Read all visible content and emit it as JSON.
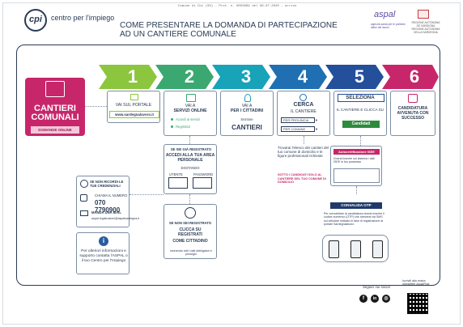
{
  "protocol": "Comune di Cbi (SS) - Prot. n. 0003089 del 08-07-2020 - arrivo",
  "brand": {
    "logo": "cpi",
    "name": "centro per l'impiego"
  },
  "title_line1": "COME PRESENTARE LA DOMANDA DI PARTECIPAZIONE",
  "title_line2": "AD UN CANTIERE COMUNALE",
  "aspal": {
    "logo": "aspal",
    "sub": "agenzia sarda per le politiche attive del lavoro"
  },
  "region": {
    "text": "REGIONE AUTÒNOMA DE SARDIGNA REGIONE AUTONOMA DELLA SARDEGNA"
  },
  "main": {
    "title": "CANTIERI COMUNALI",
    "tag": "DOMANDE ONLINE"
  },
  "steps": [
    "1",
    "2",
    "3",
    "4",
    "5",
    "6"
  ],
  "colors": [
    "#8cc63f",
    "#3aa870",
    "#18a3b8",
    "#1f6fb2",
    "#234f9b",
    "#c8266b"
  ],
  "step1": {
    "text": "VAI SUL PORTALE",
    "url": "www.sardegnalavoro.it"
  },
  "step2": {
    "text_a": "VAI A",
    "text_b": "SERVIZI ONLINE",
    "opt1": "Accedi ai servizi",
    "opt2": "Registrati"
  },
  "step3": {
    "text_a": "VAI A",
    "text_b": "PER I CITTADINI",
    "sub": "Sezione",
    "big": "CANTIERI"
  },
  "step4": {
    "title": "CERCA",
    "sub": "IL CANTIERE",
    "sel1": "PER PROVINCIA",
    "sel2": "PER COMUNE"
  },
  "step5": {
    "title": "SELEZIONA",
    "sub": "IL CANTIERE E CLICCA SU",
    "btn": "Candidati"
  },
  "step6": {
    "text": "CANDIDATURA AVVENUTA CON SUCCESSO"
  },
  "registered": {
    "a": "SE SEI GIÀ REGISTRATO",
    "b": "ACCEDI ALLA TUA AREA PERSONALE",
    "c": "DIGITANDO",
    "user": "UTENTE",
    "pass": "PASSWORD"
  },
  "not_registered": {
    "a": "SE NON SEI REGISTRATO",
    "b": "CLICCA SU REGISTRATI",
    "c": "COME CITTADINO",
    "d": "inserendo tutti i dati obbligatori e prosegui"
  },
  "credentials": {
    "title": "SE NON RICORDI LE TUE CREDENZIALI",
    "call": "CHIAMA IL NUMERO",
    "phone": "070 7790900",
    "mail_label": "MANDA UNA MAIL",
    "mail": "aspal.registrazioni@aspalsardegna.it"
  },
  "info": "Per ulteriori informazioni e supporto contatta l'ASPAL o il tuo Centro per l'Impiego",
  "search_note": "Trovarai l'elenco dei cantieri del tuo comune di domicilio e le figure professionali richieste",
  "search_red": "SOTTO I CANDIDATI SOLO AL CANTIERE DEL TUO COMUNE DI DOMICILIO",
  "auth": {
    "title": "Autocertificazione ISEE",
    "text": "Dovrai inserire sul sistema i dati ISEE in tuo possesso",
    "btn": "CONVALIDA OTP",
    "otp_text": "Per convalidare la candidatura dovrai inserire il codice numerico (OTP) che riceverai via SMS sul cellulare indicato in fase di registrazione al portale Sardegnalavoro"
  },
  "follow": "Seguici sui social",
  "social": [
    "f",
    "in",
    "◎"
  ],
  "qr_text": "Iscriviti alla nostra newsletter AspalPost"
}
